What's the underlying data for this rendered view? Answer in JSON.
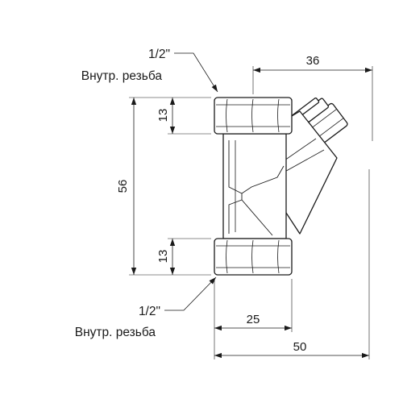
{
  "drawing": {
    "top_callout": {
      "size": "1/2\"",
      "thread": "Внутр. резьба"
    },
    "bottom_callout": {
      "size": "1/2\"",
      "thread": "Внутр. резьба"
    },
    "dimensions": {
      "top_width": "36",
      "total_height": "56",
      "top_nut_height": "13",
      "bottom_nut_height": "13",
      "bottom_half_width": "25",
      "total_width": "50"
    }
  }
}
